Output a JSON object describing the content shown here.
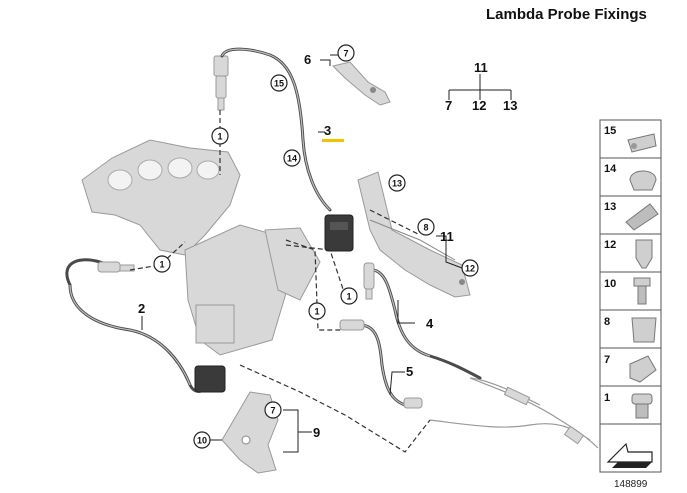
{
  "title": "Lambda Probe Fixings",
  "diagram_id": "148899",
  "callouts": {
    "c1": "1",
    "c6": "6",
    "c7": "7",
    "c15": "15",
    "c3": "3",
    "c14": "14",
    "c13": "13",
    "c8": "8",
    "c11": "11",
    "c12": "12",
    "c2": "2",
    "c4": "4",
    "c5": "5",
    "c9": "9",
    "c10": "10"
  },
  "group11": {
    "top": "11",
    "items": [
      "7",
      "12",
      "13"
    ]
  },
  "legend": [
    "15",
    "14",
    "13",
    "12",
    "10",
    "8",
    "7",
    "1"
  ],
  "colors": {
    "highlight": "#f2c200",
    "wire": "#4a4a4a",
    "part": "#d8d8d8"
  }
}
